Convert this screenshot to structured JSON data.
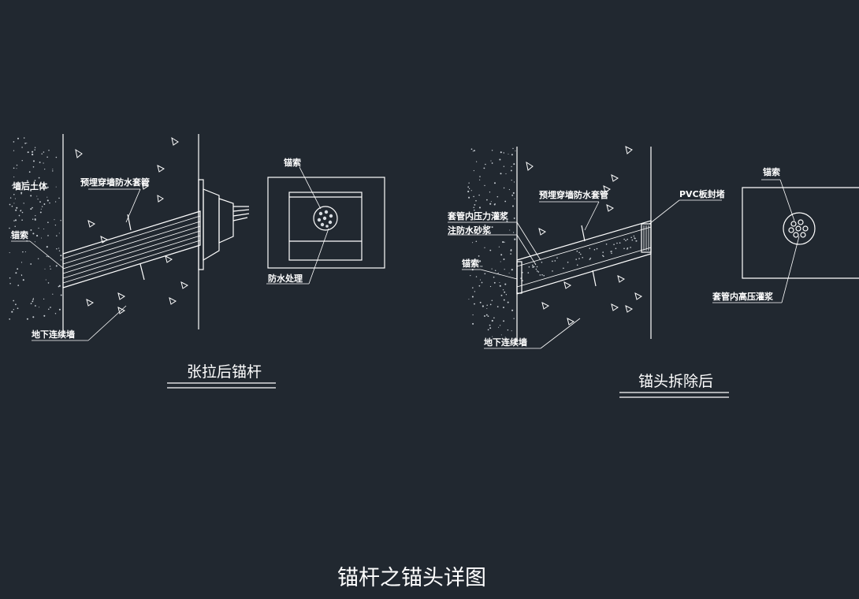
{
  "left_view": {
    "labels": {
      "soil": "墙后土体",
      "sleeve": "预埋穿墙防水套管",
      "anchor": "锚索",
      "wall": "地下连续墙"
    },
    "section": {
      "anchor": "锚索",
      "treatment": "防水处理"
    },
    "caption": "张拉后锚杆"
  },
  "right_view": {
    "labels": {
      "grout": "套管内压力灌浆",
      "mortar": "注防水砂浆",
      "anchor": "锚索",
      "sleeve": "预埋穿墙防水套管",
      "plug": "PVC板封堵",
      "wall": "地下连续墙"
    },
    "section": {
      "anchor": "锚索",
      "grout": "套管内高压灌浆"
    },
    "caption": "锚头拆除后"
  },
  "title": "锚杆之锚头详图",
  "colors": {
    "background": "#212830",
    "line": "#ffffff"
  }
}
